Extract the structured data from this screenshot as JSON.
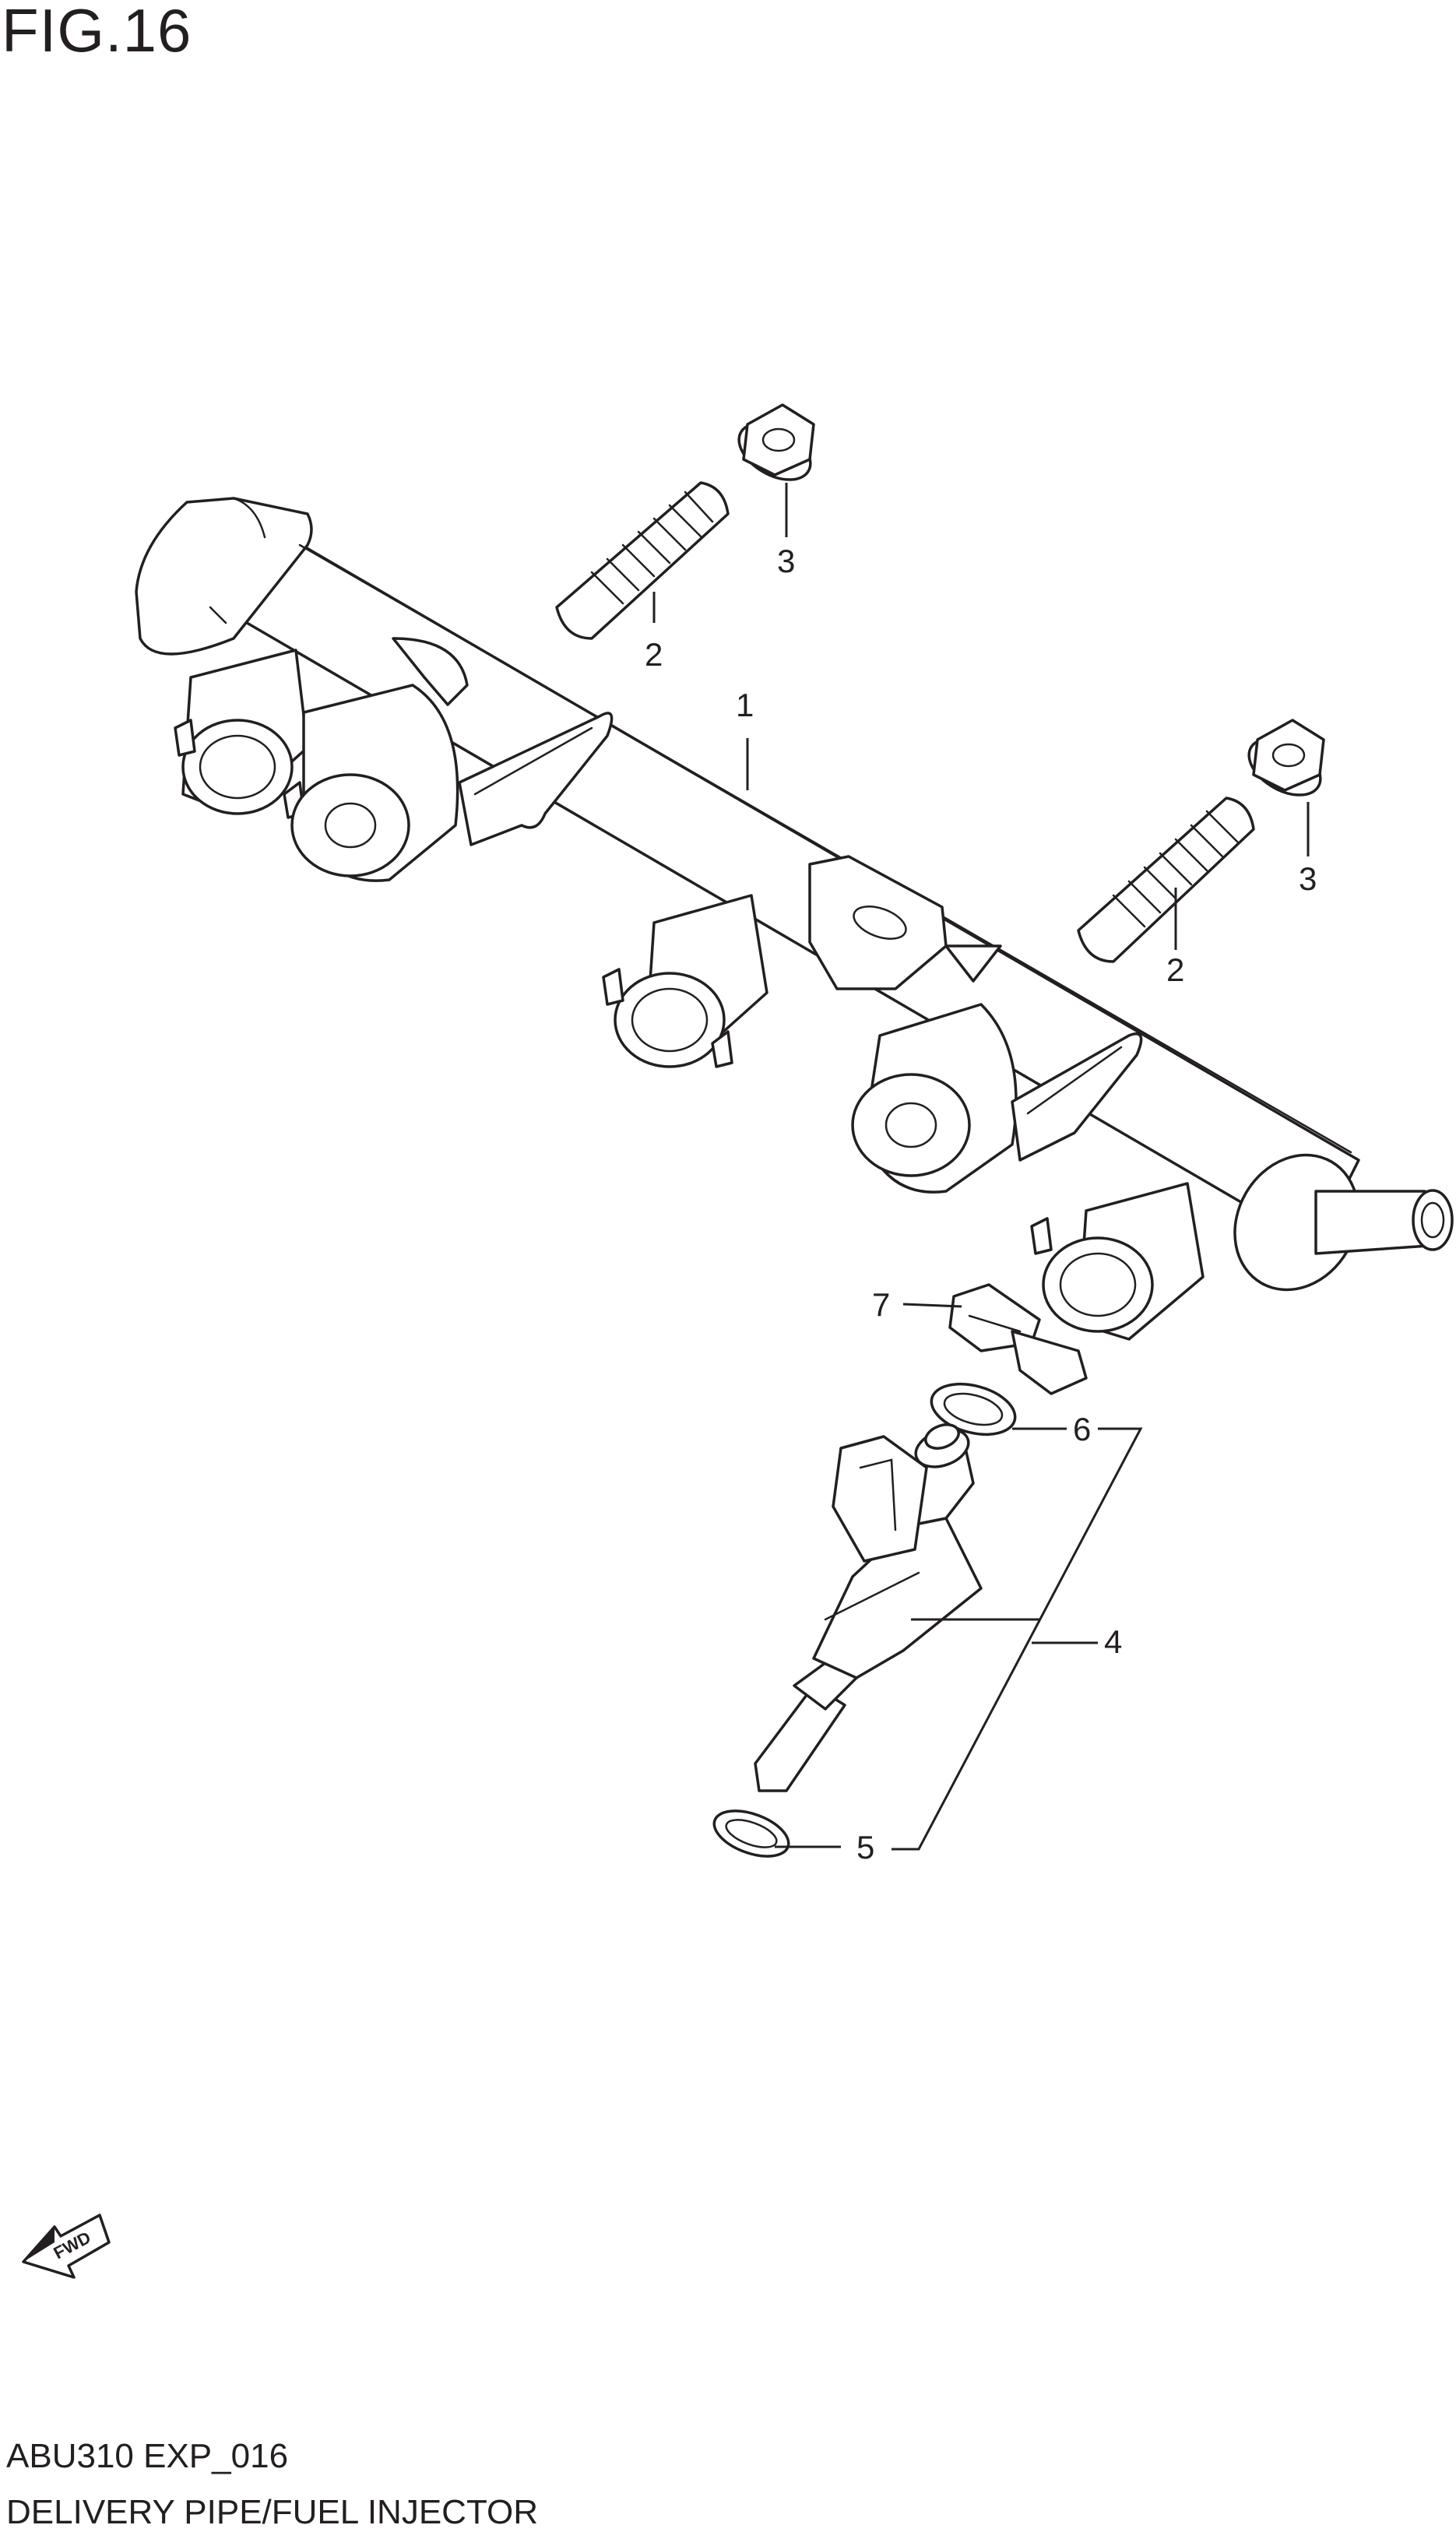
{
  "figure": {
    "title": "FIG.16",
    "code": "ABU310 EXP_016",
    "name": "DELIVERY PIPE/FUEL INJECTOR"
  },
  "callouts": {
    "rail": "1",
    "stud_left": "2",
    "nut_left": "3",
    "stud_right": "2",
    "nut_right": "3",
    "injector": "4",
    "o_ring_lower": "5",
    "o_ring_upper": "6",
    "clip": "7"
  },
  "direction_marker": {
    "label": "FWD",
    "icon": "fwd-arrow-icon"
  },
  "colors": {
    "line": "#231f20",
    "background": "#ffffff"
  }
}
